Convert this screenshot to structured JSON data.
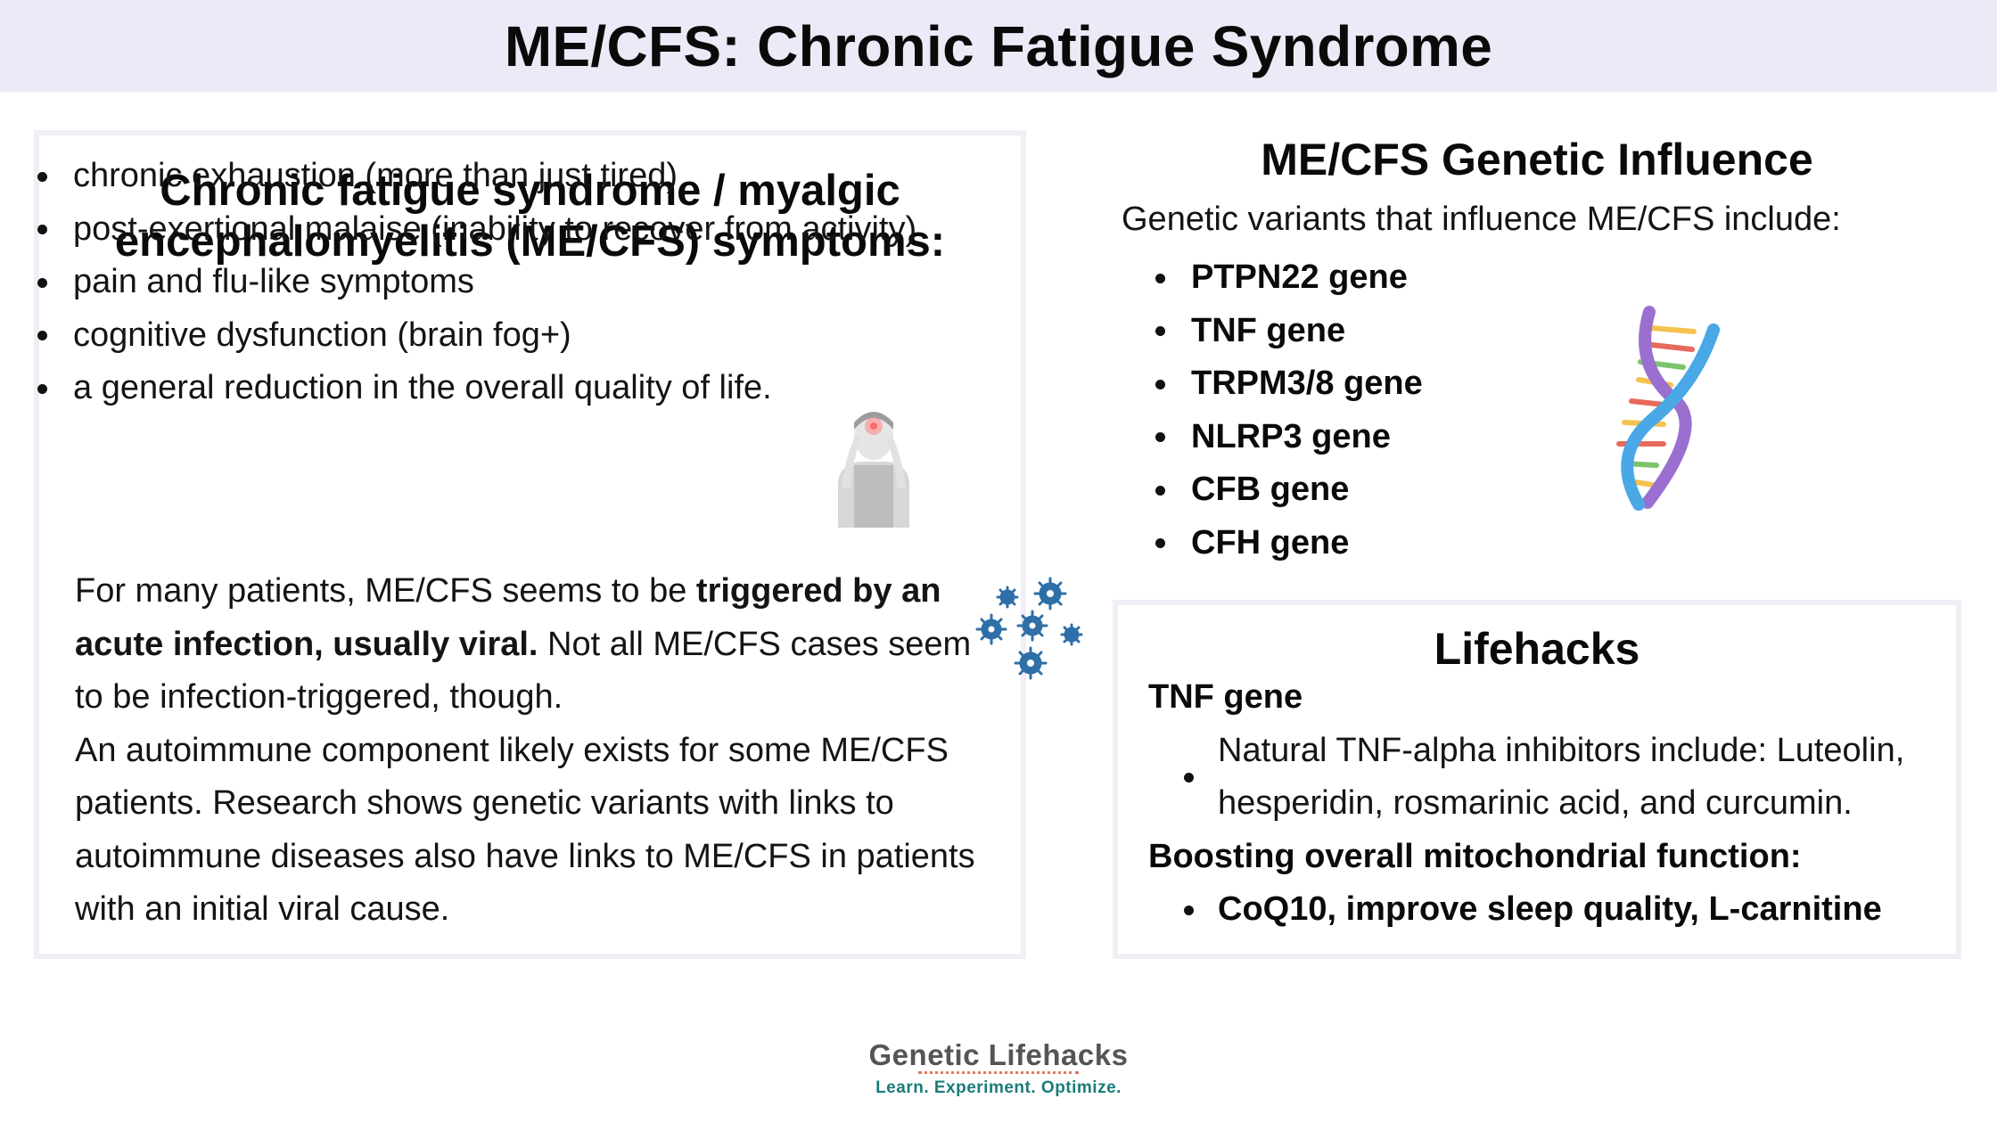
{
  "header": {
    "title": "ME/CFS: Chronic Fatigue Syndrome"
  },
  "symptoms_panel": {
    "title": "Chronic fatigue syndrome / myalgic encephalomyelitis (ME/CFS) symptoms:",
    "items": [
      "chronic exhaustion (more than just tired)",
      "post-exertional malaise (inability to recover from activity)",
      "pain and flu-like symptoms",
      "cognitive dysfunction (brain fog+)",
      "a general reduction in the overall quality of life."
    ],
    "para1_pre": "For many patients, ME/CFS seems to be ",
    "para1_bold": "triggered by an acute infection, usually viral.",
    "para1_post": " Not all ME/CFS cases seem to be infection-triggered, though.",
    "para2": "An autoimmune component likely exists for some ME/CFS patients. Research shows genetic variants with links to autoimmune diseases also have links to ME/CFS in patients with an initial viral cause."
  },
  "genetic_panel": {
    "title": "ME/CFS Genetic Influence",
    "intro": "Genetic variants that influence ME/CFS include:",
    "genes": [
      "PTPN22 gene",
      "TNF gene",
      "TRPM3/8 gene",
      "NLRP3 gene",
      "CFB gene",
      "CFH gene"
    ]
  },
  "lifehacks_panel": {
    "title": "Lifehacks",
    "section1_heading": "TNF gene",
    "section1_item": "Natural TNF-alpha inhibitors include: Luteolin, hesperidin, rosmarinic acid, and curcumin.",
    "section2_heading": "Boosting overall mitochondrial function:",
    "section2_item": "CoQ10, improve sleep quality, L-carnitine"
  },
  "footer": {
    "brand": "Genetic Lifehacks",
    "tagline": "Learn. Experiment. Optimize."
  },
  "icons": {
    "headache": "person-headache-icon",
    "virus": "virus-icon",
    "dna": "dna-icon"
  },
  "colors": {
    "banner_bg": "#ebebf7",
    "panel_border": "#f1eef6",
    "virus_blue": "#2f6fa8",
    "brand_teal": "#1a7c7a"
  }
}
